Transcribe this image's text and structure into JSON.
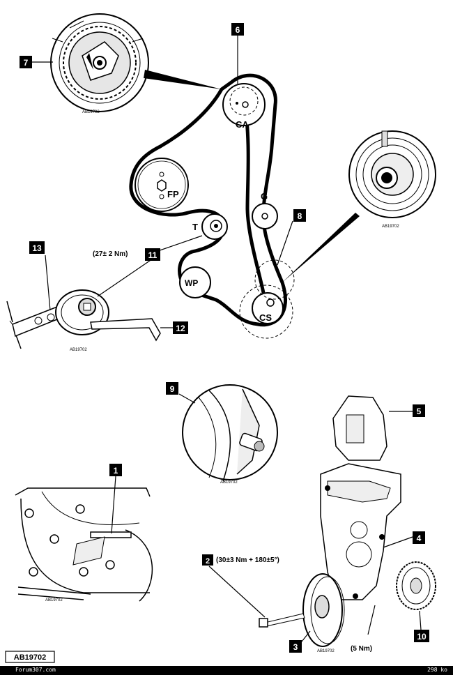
{
  "callouts": {
    "c1": "1",
    "c2": "2",
    "c3": "3",
    "c4": "4",
    "c5": "5",
    "c6": "6",
    "c7": "7",
    "c8": "8",
    "c9": "9",
    "c10": "10",
    "c11": "11",
    "c12": "12",
    "c13": "13"
  },
  "pulleys": {
    "ca": "CA",
    "fp": "FP",
    "g": "G",
    "t": "T",
    "wp": "WP",
    "cs": "CS"
  },
  "torques": {
    "tensioner": "(27± 2 Nm)",
    "crank_bolt": "(30±3 Nm + 180±5°)",
    "cover_bolts": "(5 Nm)"
  },
  "figure_codes": {
    "camshaft_detail": "AB19702",
    "crank_detail": "AB19702",
    "tensioner_detail": "AB19702",
    "cover_detail": "AB19702",
    "lock_tool": "AB19702",
    "pulley": "AB19702",
    "main": "AB19702"
  },
  "footer": {
    "site": "Forum307.com",
    "size": "298 ko"
  },
  "colors": {
    "ink": "#000000",
    "paper": "#ffffff",
    "shade": "#9a9a9a",
    "light_shade": "#d8d8d8"
  }
}
